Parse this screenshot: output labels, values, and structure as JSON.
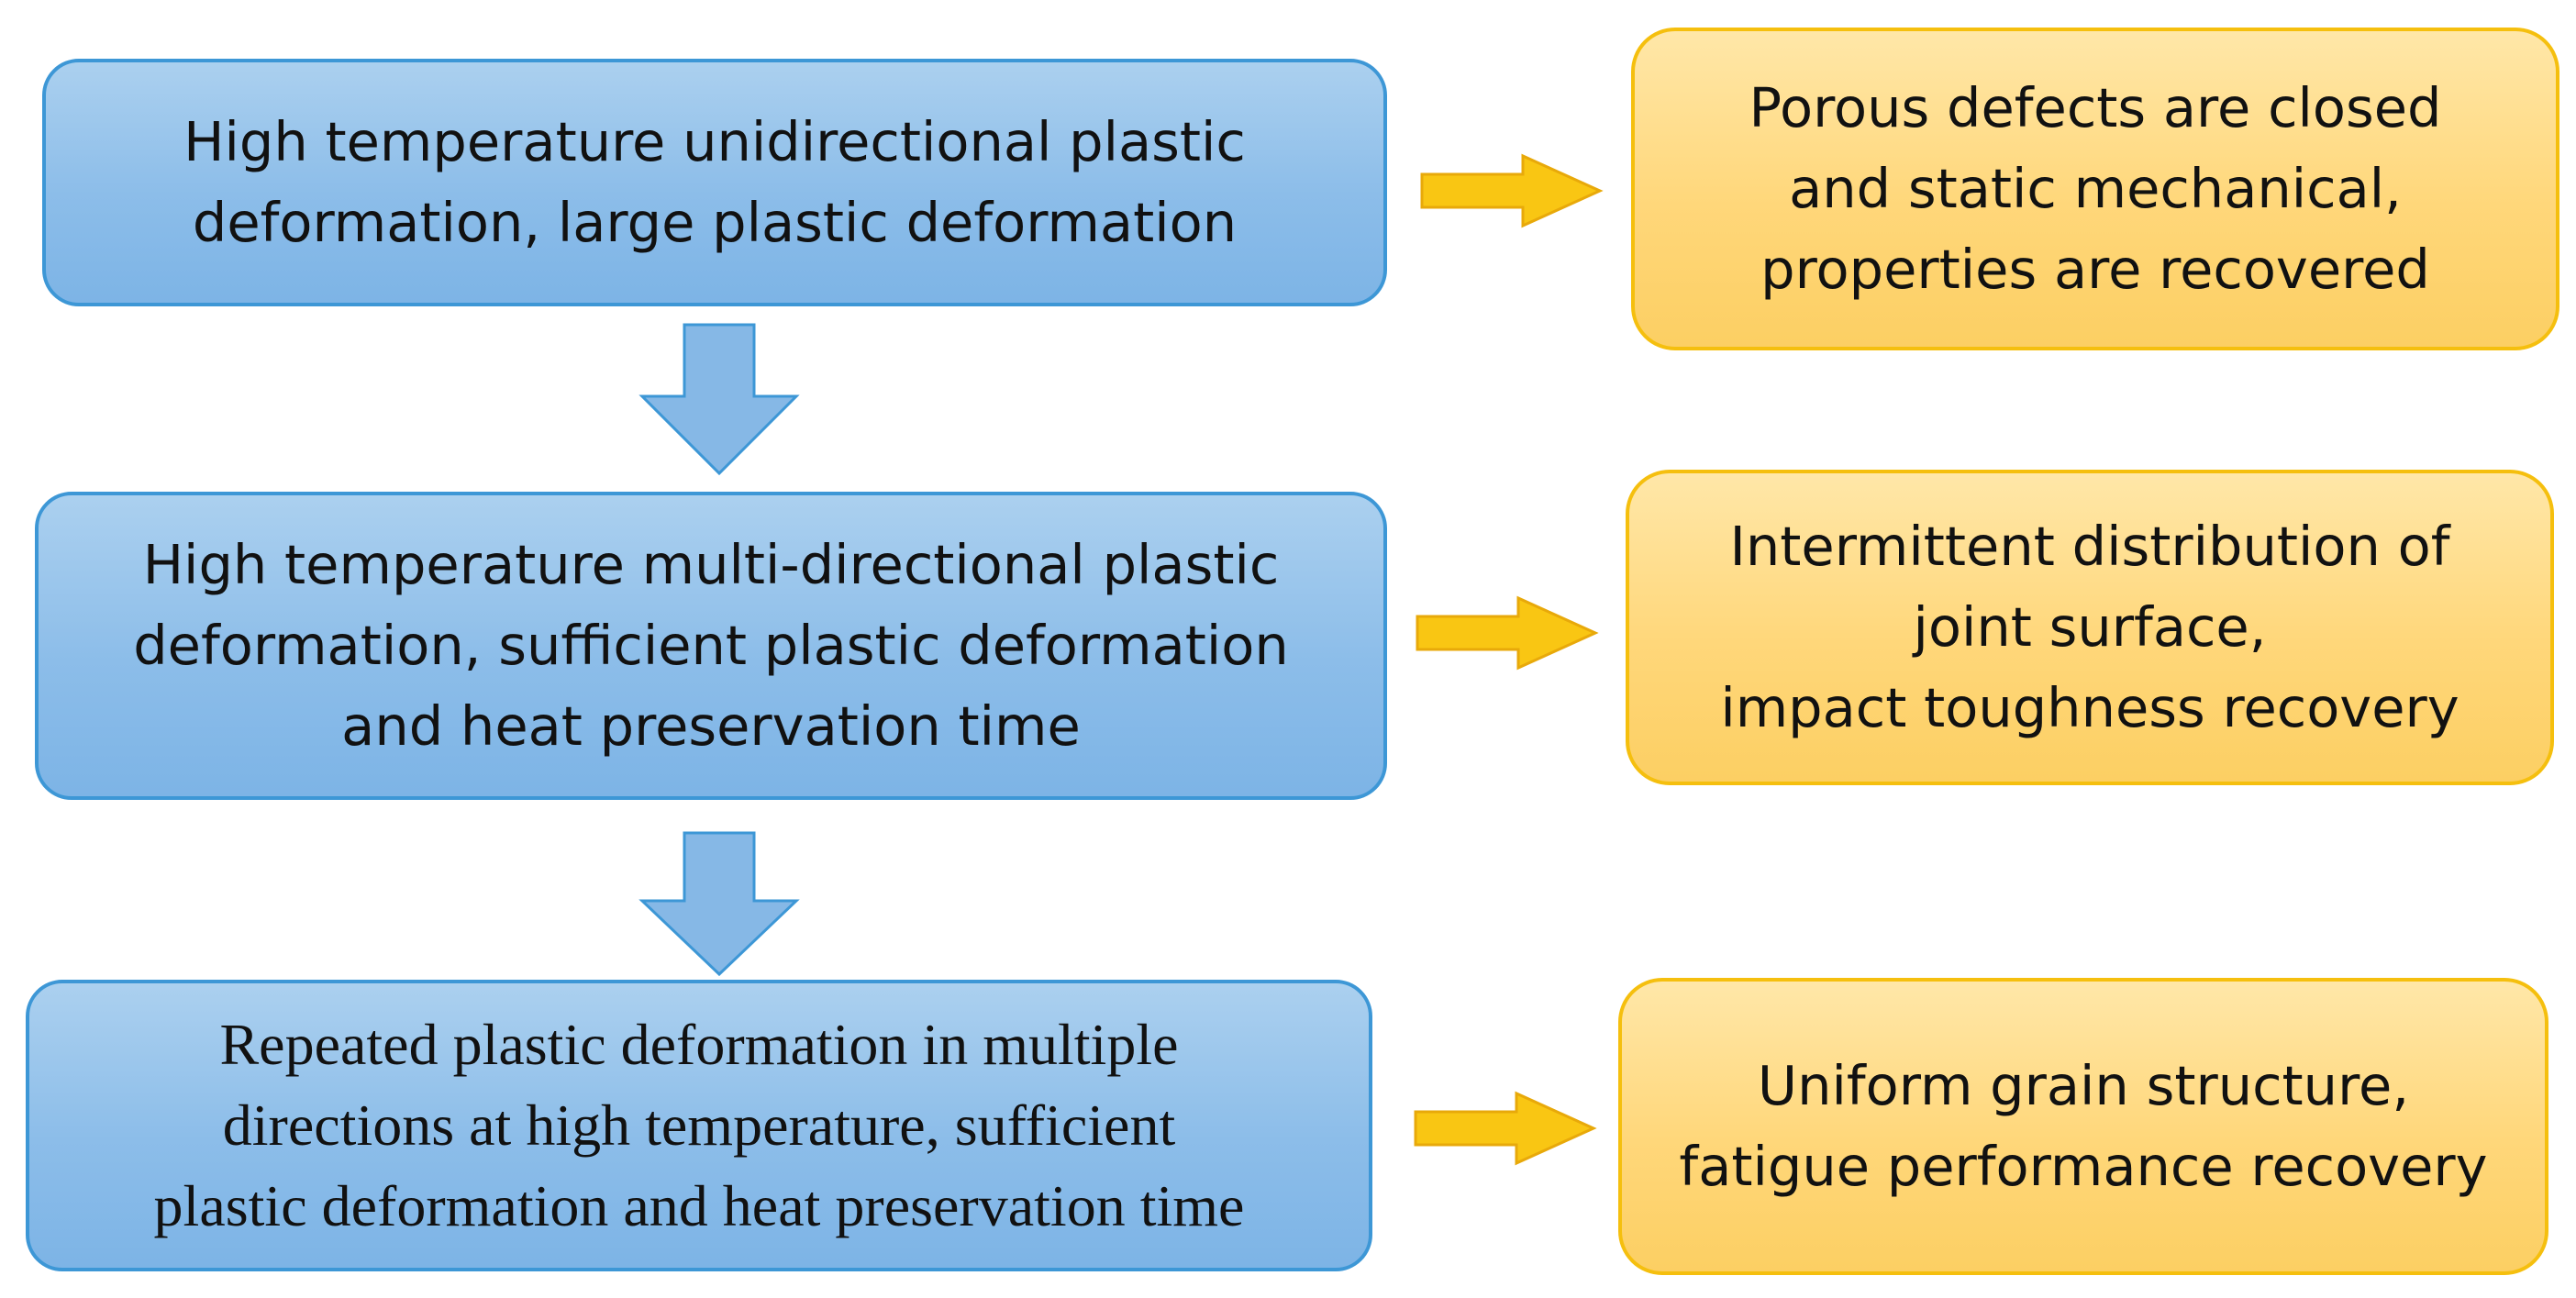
{
  "colors": {
    "blue_fill": "#8cbde9",
    "blue_border": "#3d97d6",
    "gold_fill": "#ffd77a",
    "gold_border": "#f5bf0e",
    "down_arrow_fill": "#86b8e6",
    "right_arrow_fill": "#f9c613"
  },
  "steps": [
    {
      "process": "High temperature unidirectional plastic\ndeformation, large plastic deformation",
      "result": "Porous defects are closed\nand static mechanical,\nproperties are recovered"
    },
    {
      "process": "High temperature multi-directional plastic\ndeformation, sufficient plastic deformation\nand heat preservation time",
      "result": "Intermittent distribution of\njoint surface,\nimpact toughness recovery"
    },
    {
      "process": "Repeated plastic deformation in multiple\ndirections at high temperature, sufficient\nplastic deformation and heat preservation time",
      "result": "Uniform grain structure,\nfatigue performance recovery"
    }
  ]
}
